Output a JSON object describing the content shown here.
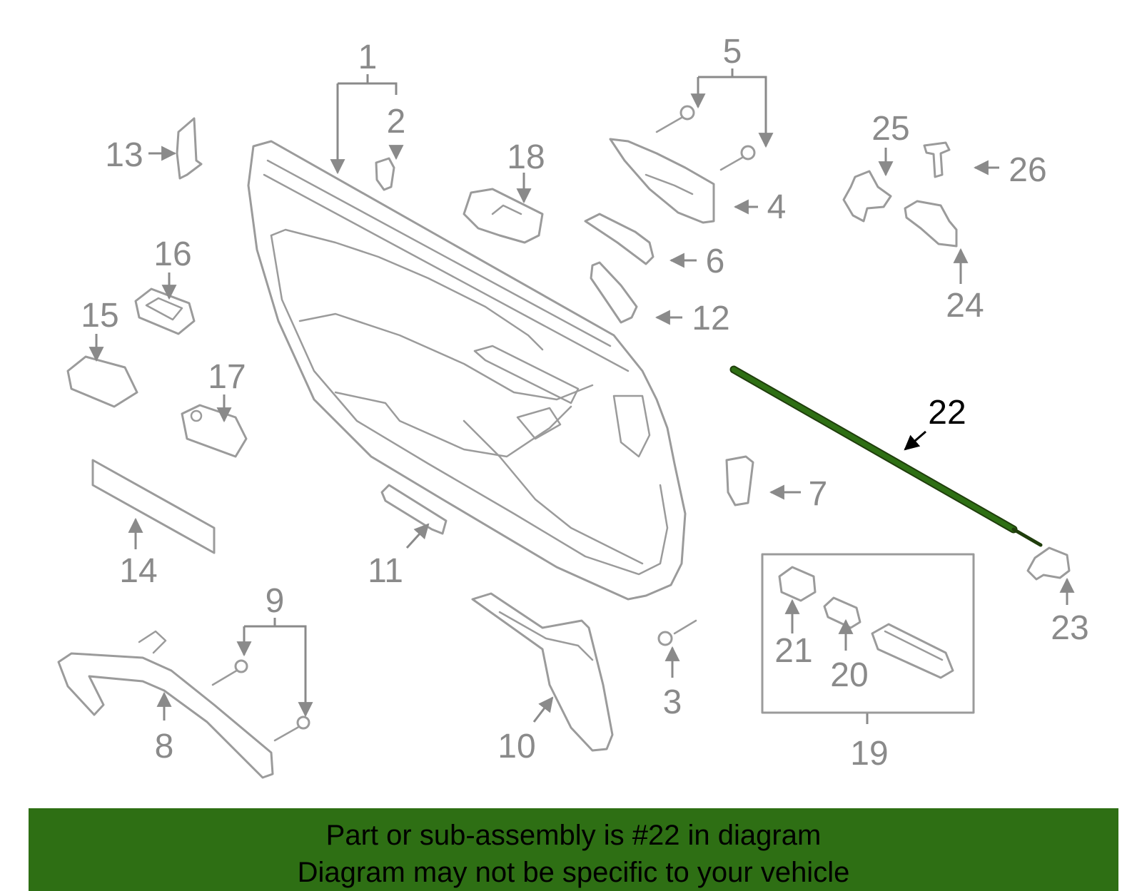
{
  "diagram": {
    "highlighted_part": "22",
    "callouts": {
      "c1": "1",
      "c2": "2",
      "c3": "3",
      "c4": "4",
      "c5": "5",
      "c6": "6",
      "c7": "7",
      "c8": "8",
      "c9": "9",
      "c10": "10",
      "c11": "11",
      "c12": "12",
      "c13": "13",
      "c14": "14",
      "c15": "15",
      "c16": "16",
      "c17": "17",
      "c18": "18",
      "c19": "19",
      "c20": "20",
      "c21": "21",
      "c22": "22",
      "c23": "23",
      "c24": "24",
      "c25": "25",
      "c26": "26"
    }
  },
  "banner": {
    "line1": "Part or sub-assembly is #22 in diagram",
    "line2": "Diagram may not be specific to your vehicle"
  },
  "colors": {
    "banner_background": "#2e6f14",
    "highlight_part": "#2e6f14",
    "line_art": "#9b9b9b",
    "callout_text": "#8a8a8a",
    "highlight_text": "#000000"
  }
}
